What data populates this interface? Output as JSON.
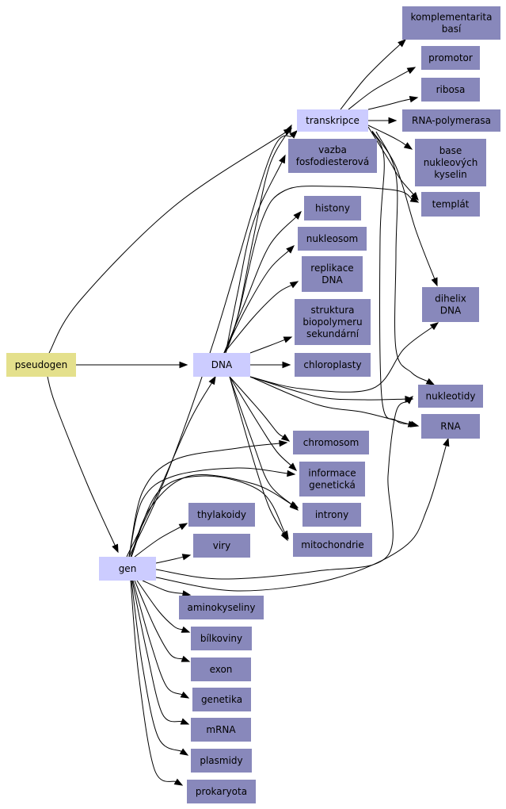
{
  "colors": {
    "root": "#e4e08c",
    "hub": "#ccccff",
    "leaf": "#8888bb",
    "edge": "#000000"
  },
  "nodes": [
    {
      "id": "pseudogen",
      "kind": "root",
      "lines": [
        "pseudogen"
      ]
    },
    {
      "id": "DNA",
      "kind": "hub",
      "lines": [
        "DNA"
      ]
    },
    {
      "id": "gen",
      "kind": "hub",
      "lines": [
        "gen"
      ]
    },
    {
      "id": "transkripce",
      "kind": "hub",
      "lines": [
        "transkripce"
      ]
    },
    {
      "id": "komplementarita",
      "kind": "leaf",
      "lines": [
        "komplementarita",
        "basí"
      ]
    },
    {
      "id": "promotor",
      "kind": "leaf",
      "lines": [
        "promotor"
      ]
    },
    {
      "id": "ribosa",
      "kind": "leaf",
      "lines": [
        "ribosa"
      ]
    },
    {
      "id": "rnapol",
      "kind": "leaf",
      "lines": [
        "RNA-polymerasa"
      ]
    },
    {
      "id": "base",
      "kind": "leaf",
      "lines": [
        "base",
        "nukleových",
        "kyselin"
      ]
    },
    {
      "id": "templat",
      "kind": "leaf",
      "lines": [
        "templát"
      ]
    },
    {
      "id": "vazba",
      "kind": "leaf",
      "lines": [
        "vazba",
        "fosfodiesterová"
      ]
    },
    {
      "id": "histony",
      "kind": "leaf",
      "lines": [
        "histony"
      ]
    },
    {
      "id": "nukleosom",
      "kind": "leaf",
      "lines": [
        "nukleosom"
      ]
    },
    {
      "id": "replikace",
      "kind": "leaf",
      "lines": [
        "replikace",
        "DNA"
      ]
    },
    {
      "id": "struktura",
      "kind": "leaf",
      "lines": [
        "struktura",
        "biopolymeru",
        "sekundární"
      ]
    },
    {
      "id": "chloroplasty",
      "kind": "leaf",
      "lines": [
        "chloroplasty"
      ]
    },
    {
      "id": "dihelix",
      "kind": "leaf",
      "lines": [
        "dihelix",
        "DNA"
      ]
    },
    {
      "id": "nukleotidy",
      "kind": "leaf",
      "lines": [
        "nukleotidy"
      ]
    },
    {
      "id": "RNA",
      "kind": "leaf",
      "lines": [
        "RNA"
      ]
    },
    {
      "id": "chromosom",
      "kind": "leaf",
      "lines": [
        "chromosom"
      ]
    },
    {
      "id": "informace",
      "kind": "leaf",
      "lines": [
        "informace",
        "genetická"
      ]
    },
    {
      "id": "introny",
      "kind": "leaf",
      "lines": [
        "introny"
      ]
    },
    {
      "id": "mitochondrie",
      "kind": "leaf",
      "lines": [
        "mitochondrie"
      ]
    },
    {
      "id": "thylakoidy",
      "kind": "leaf",
      "lines": [
        "thylakoidy"
      ]
    },
    {
      "id": "viry",
      "kind": "leaf",
      "lines": [
        "viry"
      ]
    },
    {
      "id": "aminokyseliny",
      "kind": "leaf",
      "lines": [
        "aminokyseliny"
      ]
    },
    {
      "id": "bilkoviny",
      "kind": "leaf",
      "lines": [
        "bílkoviny"
      ]
    },
    {
      "id": "exon",
      "kind": "leaf",
      "lines": [
        "exon"
      ]
    },
    {
      "id": "genetika",
      "kind": "leaf",
      "lines": [
        "genetika"
      ]
    },
    {
      "id": "mRNA",
      "kind": "leaf",
      "lines": [
        "mRNA"
      ]
    },
    {
      "id": "plasmidy",
      "kind": "leaf",
      "lines": [
        "plasmidy"
      ]
    },
    {
      "id": "prokaryota",
      "kind": "leaf",
      "lines": [
        "prokaryota"
      ]
    }
  ],
  "edges": [
    [
      "pseudogen",
      "DNA"
    ],
    [
      "pseudogen",
      "gen"
    ],
    [
      "pseudogen",
      "transkripce"
    ],
    [
      "transkripce",
      "komplementarita"
    ],
    [
      "transkripce",
      "promotor"
    ],
    [
      "transkripce",
      "ribosa"
    ],
    [
      "transkripce",
      "rnapol"
    ],
    [
      "transkripce",
      "base"
    ],
    [
      "transkripce",
      "templat"
    ],
    [
      "transkripce",
      "dihelix"
    ],
    [
      "transkripce",
      "nukleotidy"
    ],
    [
      "transkripce",
      "RNA"
    ],
    [
      "DNA",
      "transkripce"
    ],
    [
      "DNA",
      "vazba"
    ],
    [
      "DNA",
      "templat"
    ],
    [
      "DNA",
      "histony"
    ],
    [
      "DNA",
      "nukleosom"
    ],
    [
      "DNA",
      "replikace"
    ],
    [
      "DNA",
      "struktura"
    ],
    [
      "DNA",
      "chloroplasty"
    ],
    [
      "DNA",
      "dihelix"
    ],
    [
      "DNA",
      "nukleotidy"
    ],
    [
      "DNA",
      "RNA"
    ],
    [
      "DNA",
      "chromosom"
    ],
    [
      "DNA",
      "informace"
    ],
    [
      "DNA",
      "introny"
    ],
    [
      "DNA",
      "mitochondrie"
    ],
    [
      "gen",
      "DNA"
    ],
    [
      "gen",
      "transkripce"
    ],
    [
      "gen",
      "chromosom"
    ],
    [
      "gen",
      "informace"
    ],
    [
      "gen",
      "introny"
    ],
    [
      "gen",
      "mitochondrie"
    ],
    [
      "gen",
      "thylakoidy"
    ],
    [
      "gen",
      "viry"
    ],
    [
      "gen",
      "nukleotidy"
    ],
    [
      "gen",
      "RNA"
    ],
    [
      "gen",
      "aminokyseliny"
    ],
    [
      "gen",
      "bilkoviny"
    ],
    [
      "gen",
      "exon"
    ],
    [
      "gen",
      "genetika"
    ],
    [
      "gen",
      "mRNA"
    ],
    [
      "gen",
      "plasmidy"
    ],
    [
      "gen",
      "prokaryota"
    ]
  ]
}
